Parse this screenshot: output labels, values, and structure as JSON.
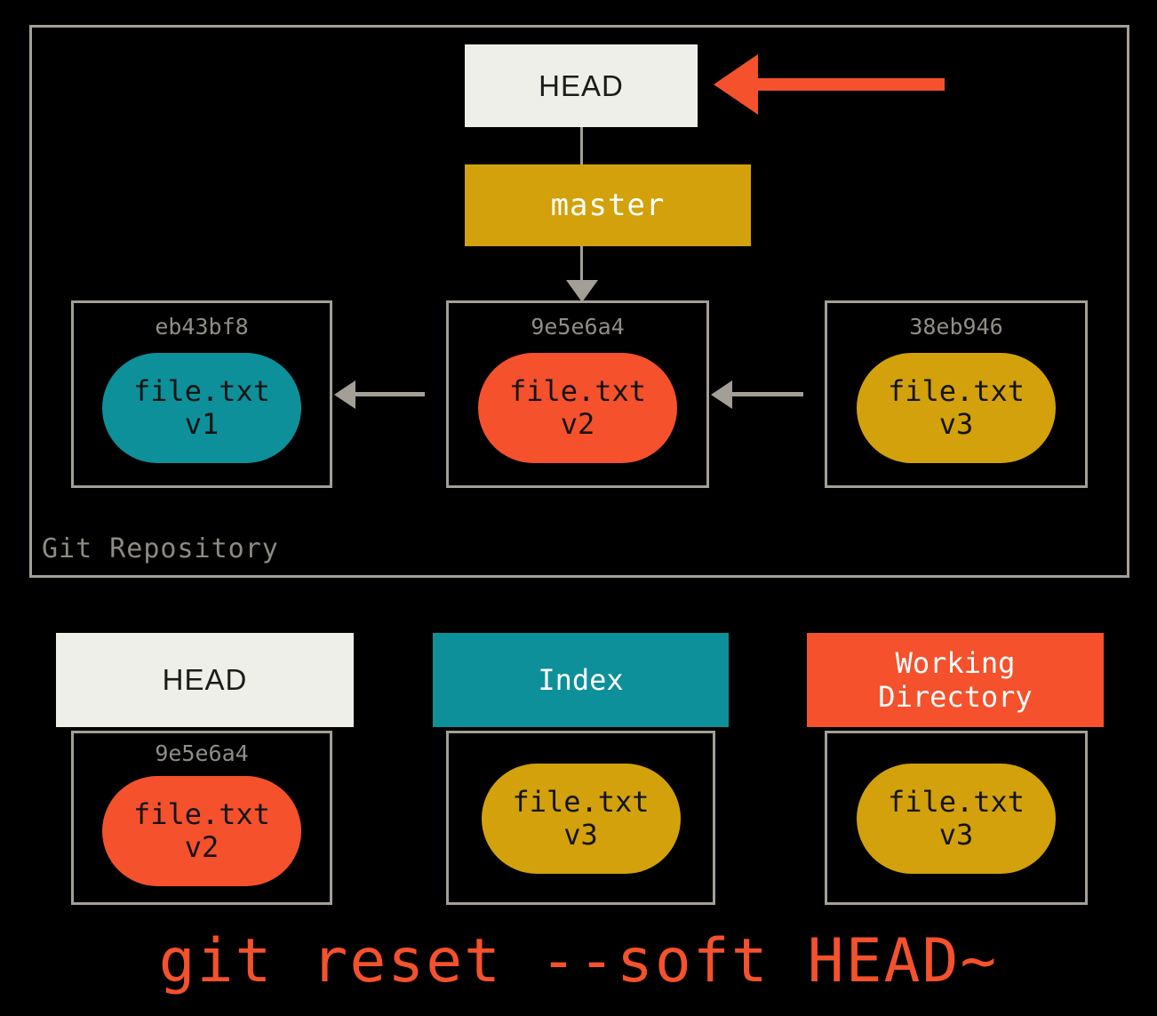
{
  "diagram": {
    "type": "git-reset-soft-diagram",
    "command": "git reset --soft HEAD~",
    "repository": {
      "label": "Git Repository",
      "head_pointer": {
        "label": "HEAD",
        "highlight_arrow": "red-left-arrow"
      },
      "branch": {
        "label": "master"
      },
      "commits": [
        {
          "hash": "eb43bf8",
          "file_name": "file.txt",
          "version": "v1",
          "blob_color": "#0d9099"
        },
        {
          "hash": "9e5e6a4",
          "file_name": "file.txt",
          "version": "v2",
          "blob_color": "#f4512c"
        },
        {
          "hash": "38eb946",
          "file_name": "file.txt",
          "version": "v3",
          "blob_color": "#d2a10c"
        }
      ]
    },
    "areas": [
      {
        "header": "HEAD",
        "header_color": "#eeefe8",
        "header_text_color": "#1b1b1b",
        "hash": "9e5e6a4",
        "file_name": "file.txt",
        "version": "v2",
        "blob_color": "#f4512c"
      },
      {
        "header": "Index",
        "header_color": "#0d9099",
        "header_text_color": "#ffffff",
        "hash": "",
        "file_name": "file.txt",
        "version": "v3",
        "blob_color": "#d2a10c"
      },
      {
        "header_line1": "Working",
        "header_line2": "Directory",
        "header_color": "#f4512c",
        "header_text_color": "#ffffff",
        "hash": "",
        "file_name": "file.txt",
        "version": "v3",
        "blob_color": "#d2a10c"
      }
    ],
    "colors": {
      "background": "#000000",
      "border_gray": "#a39f97",
      "hash_gray": "#908d86",
      "accent_red": "#f4512c",
      "accent_gold": "#d2a10c",
      "accent_teal": "#0d9099",
      "cream": "#eeefe8"
    }
  }
}
